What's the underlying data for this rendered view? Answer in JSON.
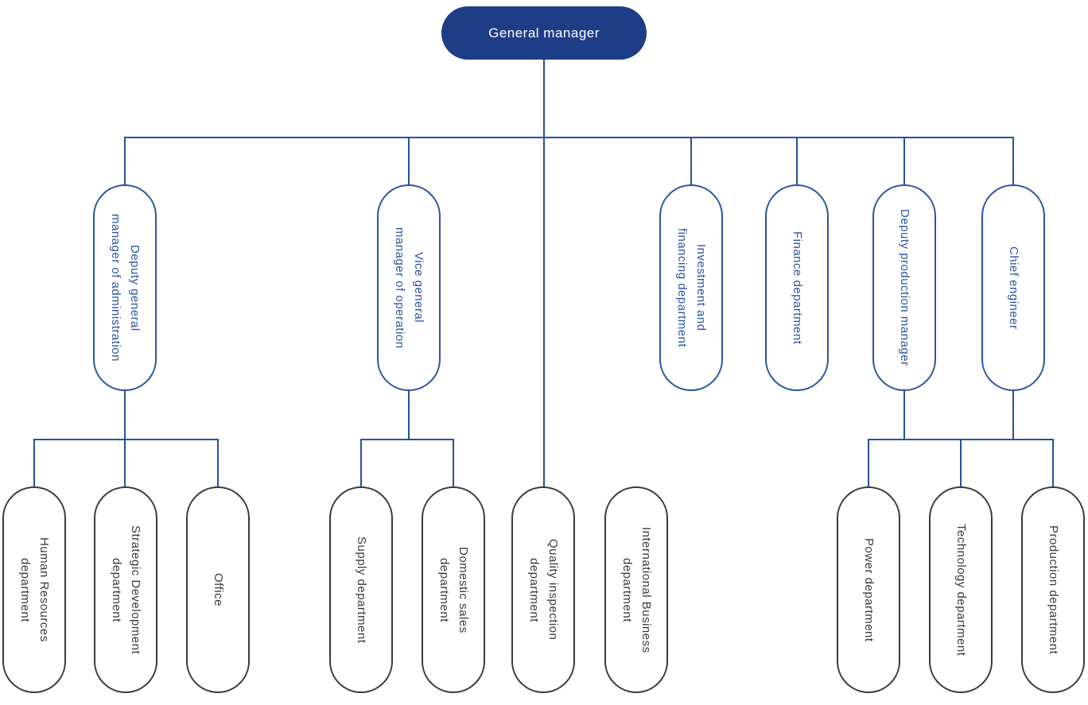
{
  "colors": {
    "background": "#FFFFFF",
    "root_fill": "#1E3D87",
    "root_text": "#FFFFFF",
    "branch_blue": "#2B54A4",
    "connector_blue": "#27509E",
    "leaf_gray": "#3A3A3C"
  },
  "org": {
    "root": {
      "label": "General manager"
    },
    "level2": [
      {
        "label": "Deputy general\nmanager of administration"
      },
      {
        "label": "Vice general\nmanager of operation"
      },
      {
        "label": "Investment and\nfinancing department"
      },
      {
        "label": "Finance department"
      },
      {
        "label": "Deputy production manager"
      },
      {
        "label": "Chief engineer"
      }
    ],
    "level3": [
      {
        "label": "Human Resources\ndepartment"
      },
      {
        "label": "Strategic Development\ndepartment"
      },
      {
        "label": "Office"
      },
      {
        "label": "Supply department"
      },
      {
        "label": "Domestic sales\ndepartment"
      },
      {
        "label": "Quality inspection\ndepartment"
      },
      {
        "label": "International Business\ndepartment"
      },
      {
        "label": "Power department"
      },
      {
        "label": "Technology department"
      },
      {
        "label": "Production department"
      }
    ]
  }
}
